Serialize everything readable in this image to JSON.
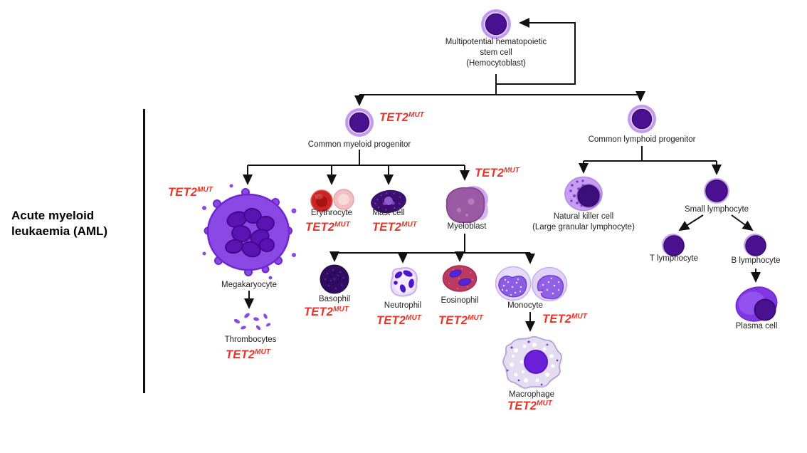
{
  "side_label": {
    "line1": "Acute myeloid",
    "line2": "leukaemia (AML)"
  },
  "mutation": {
    "gene": "TET2",
    "sup": "MUT"
  },
  "colors": {
    "mutation_red": "#E8352A",
    "line_black": "#111111",
    "cell_ring_lavender": "#C29AF0",
    "cell_nucleus_purple": "#4A1191",
    "megakaryocyte_purple": "#8A49E4",
    "erythrocyte_red": "#CC2525",
    "eosinophil_crimson": "#BC3A60",
    "macrophage_body": "#E4DDF1"
  },
  "nodes": {
    "stem_cell": {
      "lines": [
        "Multipotential hematopoietic",
        "stem cell",
        "(Hemocytoblast)"
      ]
    },
    "cmp": {
      "lines": [
        "Common myeloid progenitor"
      ]
    },
    "clp": {
      "lines": [
        "Common lymphoid progenitor"
      ]
    },
    "megakaryocyte": {
      "lines": [
        "Megakaryocyte"
      ]
    },
    "thrombocytes": {
      "lines": [
        "Thrombocytes"
      ]
    },
    "erythrocyte": {
      "lines": [
        "Erythrocyte"
      ]
    },
    "mast_cell": {
      "lines": [
        "Mast cell"
      ]
    },
    "myeloblast": {
      "lines": [
        "Myeloblast"
      ]
    },
    "basophil": {
      "lines": [
        "Basophil"
      ]
    },
    "neutrophil": {
      "lines": [
        "Neutrophil"
      ]
    },
    "eosinophil": {
      "lines": [
        "Eosinophil"
      ]
    },
    "monocyte": {
      "lines": [
        "Monocyte"
      ]
    },
    "macrophage": {
      "lines": [
        "Macrophage"
      ]
    },
    "nk_cell": {
      "lines": [
        "Natural killer cell",
        "(Large granular lymphocyte)"
      ]
    },
    "small_lymphocyte": {
      "lines": [
        "Small lymphocyte"
      ]
    },
    "t_lymphocyte": {
      "lines": [
        "T lymphocyte"
      ]
    },
    "b_lymphocyte": {
      "lines": [
        "B lymphocyte"
      ]
    },
    "plasma_cell": {
      "lines": [
        "Plasma cell"
      ]
    }
  }
}
